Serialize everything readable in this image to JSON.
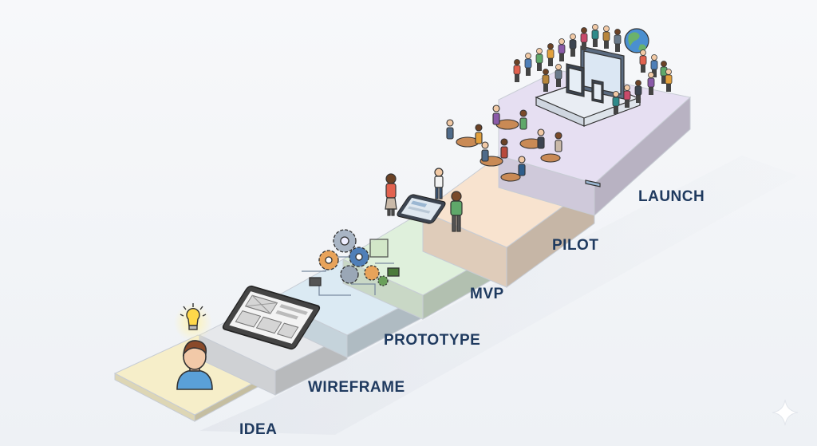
{
  "stages": [
    {
      "label": "IDEA",
      "color": "#f6eec9"
    },
    {
      "label": "WIREFRAME",
      "color": "#e6e8eb"
    },
    {
      "label": "PROTOTYPE",
      "color": "#dbeaf3"
    },
    {
      "label": "MVP",
      "color": "#dff0dc"
    },
    {
      "label": "PILOT",
      "color": "#f8e3cf"
    },
    {
      "label": "LAUNCH",
      "color": "#e6dff2"
    }
  ],
  "accent": "#1f3a5f",
  "icons": [
    "person-icon",
    "lightbulb-icon",
    "tablet-wireframe-icon",
    "gears-circuit-icon",
    "phone-app-icon",
    "people-icon",
    "cafe-tables-icon",
    "crowd-icon",
    "monitor-devices-icon",
    "globe-icon",
    "sparkle-icon"
  ]
}
